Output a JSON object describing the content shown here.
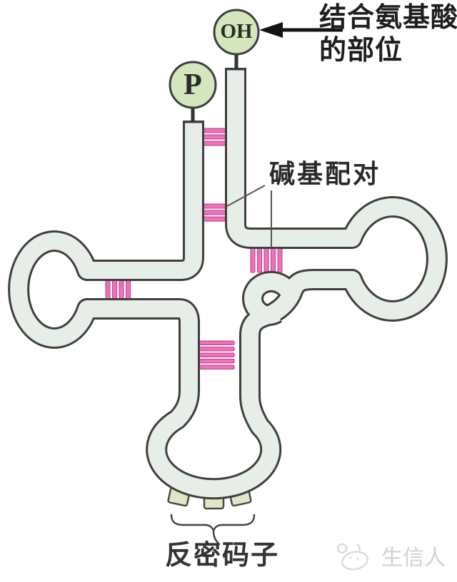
{
  "diagram": {
    "subject": "tRNA cloverleaf structure diagram",
    "nodes": {
      "hydroxyl": "OH",
      "phosphate": "P"
    },
    "labels": {
      "amino_acid_binding_site_line1": "结合氨基酸",
      "amino_acid_binding_site_line2": "的部位",
      "base_pairing": "碱基配对",
      "anticodon": "反密码子"
    },
    "watermark": "生信人",
    "colors": {
      "tube_fill": "#e7ede7",
      "tube_outline": "#3f3f3f",
      "node_circle_fill": "#d3e6bc",
      "base_pair_bar": "#ee72b8",
      "anticodon_tab_fill": "#dfe7c6"
    }
  }
}
